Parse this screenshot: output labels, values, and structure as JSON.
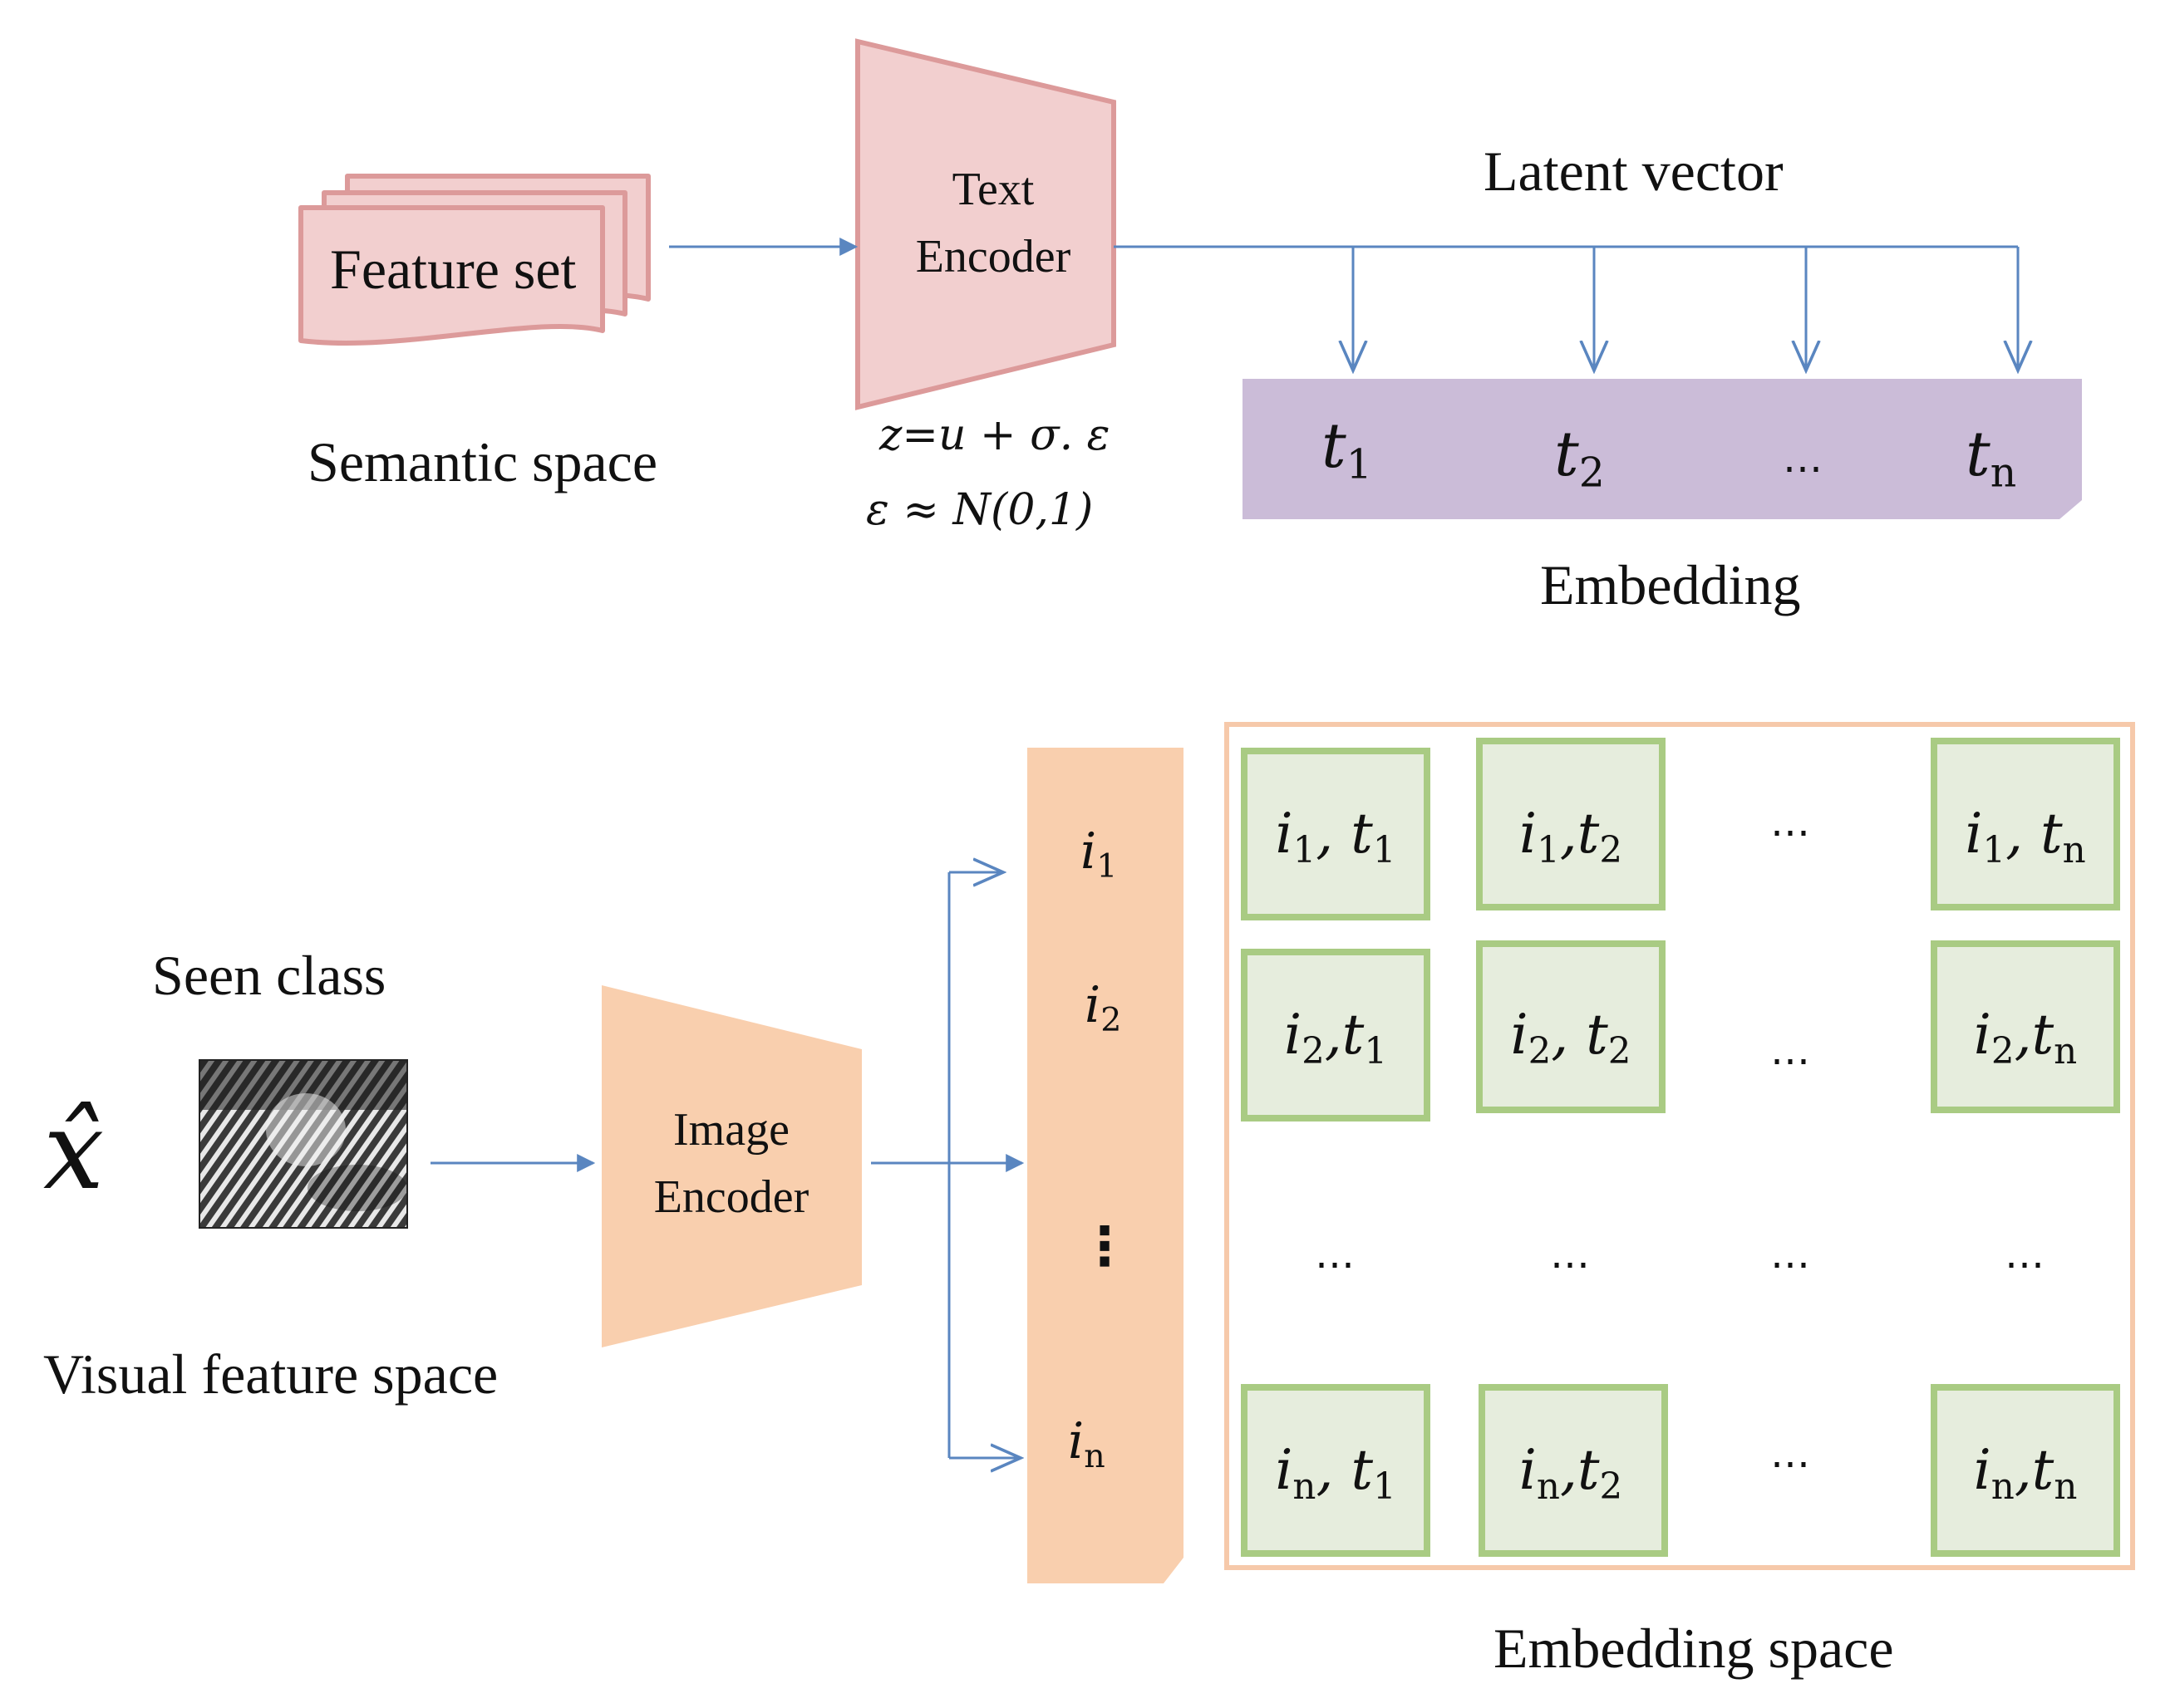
{
  "colors": {
    "pink_fill": "#f2cfcf",
    "pink_stroke": "#dc9a9a",
    "lavender_fill": "#cbbcd8",
    "peach_fill": "#f9cfae",
    "peach_border": "#f6c9aa",
    "green_fill": "#e6eddd",
    "green_stroke": "#a9cb83",
    "arrow": "#5a86c0"
  },
  "icons": {
    "feature_set": "stacked-document-icon",
    "sample_image": "tiger-photo"
  },
  "semantic": {
    "feature_set_label": "Feature set",
    "space_label": "Semantic space"
  },
  "text_encoder": {
    "line1": "Text",
    "line2": "Encoder",
    "formula_line1": "z=u + σ. ε",
    "formula_line2": "ε ≈ N(0,1)"
  },
  "latent_vector_label": "Latent vector",
  "embedding": {
    "label": "Embedding",
    "items": [
      {
        "base": "t",
        "sub": "1"
      },
      {
        "base": "t",
        "sub": "2"
      },
      {
        "text": "…"
      },
      {
        "base": "t",
        "sub": "n"
      }
    ]
  },
  "visual": {
    "input_symbol": "x̂",
    "seen_class_label": "Seen class",
    "space_label": "Visual feature space"
  },
  "image_encoder": {
    "line1": "Image",
    "line2": "Encoder"
  },
  "image_embeddings": [
    {
      "base": "i",
      "sub": "1"
    },
    {
      "base": "i",
      "sub": "2"
    },
    {
      "text": "⋮"
    },
    {
      "base": "i",
      "sub": "n"
    }
  ],
  "matrix": {
    "label": "Embedding space",
    "rows": [
      [
        {
          "type": "cell",
          "i": "1",
          "t": "1",
          "sep": ", "
        },
        {
          "type": "cell",
          "i": "1",
          "t": "2",
          "sep": ","
        },
        {
          "type": "dots",
          "text": "…"
        },
        {
          "type": "cell",
          "i": "1",
          "t": "n",
          "sep": ", "
        }
      ],
      [
        {
          "type": "cell",
          "i": "2",
          "t": "1",
          "sep": ","
        },
        {
          "type": "cell",
          "i": "2",
          "t": "2",
          "sep": ", "
        },
        {
          "type": "dots",
          "text": "…"
        },
        {
          "type": "cell",
          "i": "2",
          "t": "n",
          "sep": ","
        }
      ],
      [
        {
          "type": "dots",
          "text": "…"
        },
        {
          "type": "dots",
          "text": "…"
        },
        {
          "type": "dots",
          "text": "…"
        },
        {
          "type": "dots",
          "text": "…"
        }
      ],
      [
        {
          "type": "cell",
          "i": "n",
          "t": "1",
          "sep": ", "
        },
        {
          "type": "cell",
          "i": "n",
          "t": "2",
          "sep": ","
        },
        {
          "type": "dots",
          "text": "…"
        },
        {
          "type": "cell",
          "i": "n",
          "t": "n",
          "sep": ","
        }
      ]
    ]
  }
}
